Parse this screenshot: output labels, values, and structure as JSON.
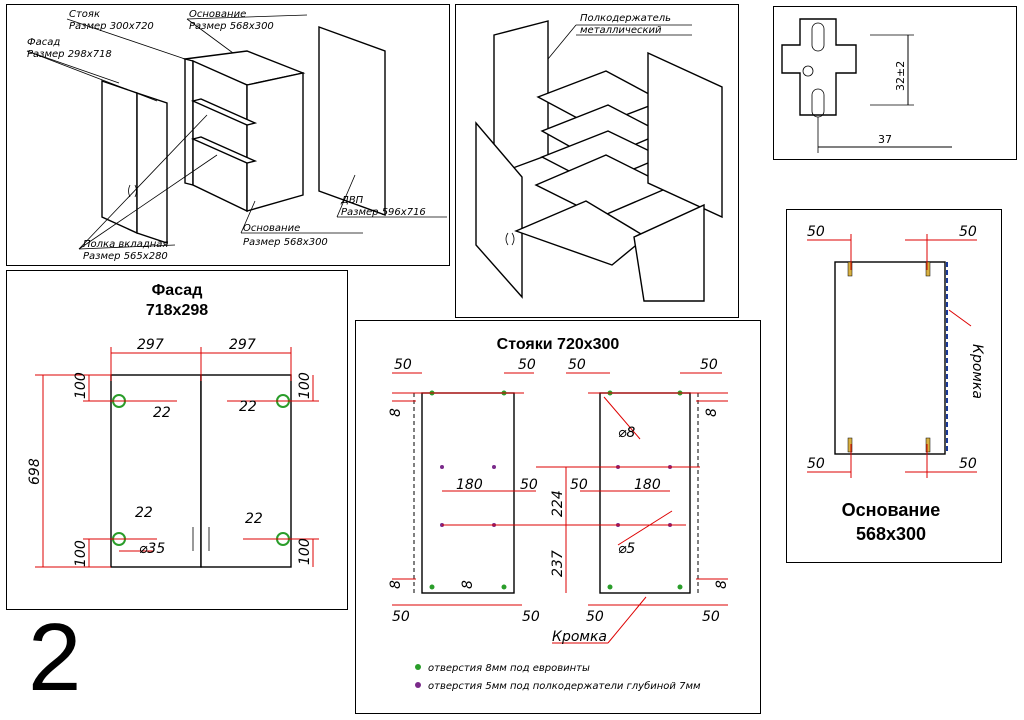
{
  "page_number": "2",
  "assembly": {
    "stoyak_label": "Стояк",
    "stoyak_size": "Размер  300x720",
    "fasad_label": "Фасад",
    "fasad_size": "Размер  298x718",
    "osnovanie_top_label": "Основание",
    "osnovanie_top_size": "Размер  568x300",
    "polka_label": "Полка  вкладная",
    "polka_size": "Размер  565x280",
    "osnovanie_bottom_label": "Основание",
    "osnovanie_bottom_size": "Размер  568x300",
    "dvp_label": "ДВП",
    "dvp_size": "Размер  596x716"
  },
  "exploded": {
    "shelf_holder_label": "Полкодержатель",
    "shelf_holder_sub": "металлический"
  },
  "hinge_plate": {
    "dim_vertical": "32±2",
    "dim_horizontal": "37"
  },
  "fasad": {
    "title": "Фасад",
    "size": "718x298",
    "dim_width_left": "297",
    "dim_width_right": "297",
    "dim_height": "698",
    "dim_top_left": "100",
    "dim_top_right": "100",
    "dim_bottom_left": "100",
    "dim_bottom_right": "100",
    "dim_edge_tl": "22",
    "dim_edge_tr": "22",
    "dim_edge_bl": "22",
    "dim_edge_br": "22",
    "dim_hole": "⌀35"
  },
  "stoyki": {
    "title": "Стояки 720x300",
    "top_50_a": "50",
    "top_50_b": "50",
    "top_50_c": "50",
    "top_50_d": "50",
    "top_8_left": "8",
    "top_8_right": "8",
    "hole_8": "⌀8",
    "mid_180_left": "180",
    "mid_50_left": "50",
    "mid_50_right": "50",
    "mid_180_right": "180",
    "v_224": "224",
    "v_237": "237",
    "hole_5": "⌀5",
    "bot_8_left": "8",
    "bot_8_mid": "8",
    "bot_8_right": "8",
    "bot_50_a": "50",
    "bot_50_b": "50",
    "bot_50_c": "50",
    "bot_50_d": "50",
    "kromka": "Кромка",
    "legend_1": "отверстия 8мм под евровинты",
    "legend_2": "отверстия 5мм под полкодержатели глубиной 7мм",
    "legend_1_color": "#2a9d2a",
    "legend_2_color": "#7a2a8a"
  },
  "osnovanie": {
    "title": "Основание",
    "size": "568x300",
    "dim_tl": "50",
    "dim_tr": "50",
    "dim_bl": "50",
    "dim_br": "50",
    "kromka": "Кромка"
  }
}
